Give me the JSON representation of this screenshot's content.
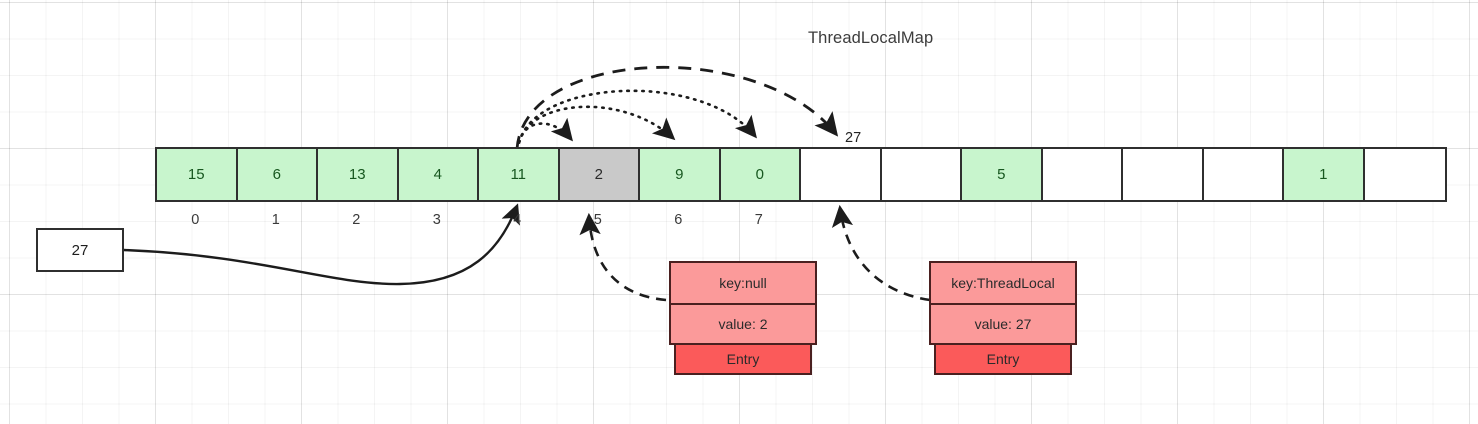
{
  "title": "ThreadLocalMap",
  "colors": {
    "green_cell": "#c8f5cd",
    "gray_cell": "#c9c9c9",
    "entry_body": "#fb9a9a",
    "entry_tag": "#fb5a5a",
    "stroke": "#2f2f2f"
  },
  "array": {
    "cells": [
      {
        "value": "15",
        "state": "green"
      },
      {
        "value": "6",
        "state": "green"
      },
      {
        "value": "13",
        "state": "green"
      },
      {
        "value": "4",
        "state": "green"
      },
      {
        "value": "11",
        "state": "green"
      },
      {
        "value": "2",
        "state": "gray"
      },
      {
        "value": "9",
        "state": "green"
      },
      {
        "value": "0",
        "state": "green"
      },
      {
        "value": "",
        "state": "empty"
      },
      {
        "value": "",
        "state": "empty"
      },
      {
        "value": "5",
        "state": "green"
      },
      {
        "value": "",
        "state": "empty"
      },
      {
        "value": "",
        "state": "empty"
      },
      {
        "value": "",
        "state": "empty"
      },
      {
        "value": "1",
        "state": "green"
      },
      {
        "value": "",
        "state": "empty"
      }
    ],
    "indices": [
      "0",
      "1",
      "2",
      "3",
      "4",
      "5",
      "6",
      "7"
    ]
  },
  "source_box": {
    "value": "27"
  },
  "probe_label": {
    "value": "27"
  },
  "entries": [
    {
      "key": "key:null",
      "value": "value: 2",
      "tag": "Entry"
    },
    {
      "key": "key:ThreadLocal",
      "value": "value: 27",
      "tag": "Entry"
    }
  ]
}
